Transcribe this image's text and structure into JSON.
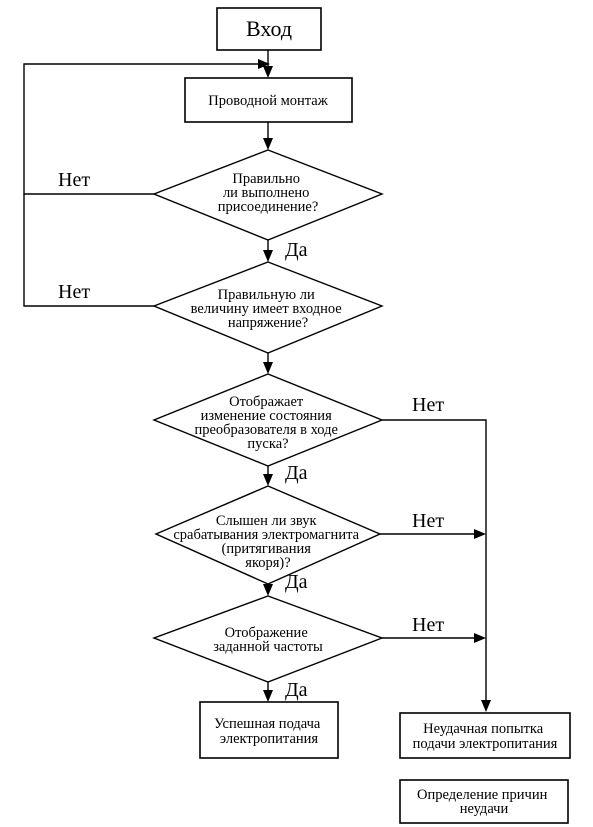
{
  "nodes": {
    "entry": [
      "Вход"
    ],
    "wiring": [
      "Проводной монтаж"
    ],
    "q_connection": [
      "Правильно",
      "ли выполнено",
      "присоединение?"
    ],
    "q_voltage": [
      "Правильную ли",
      "величину имеет входное",
      "напряжение?"
    ],
    "q_display_change": [
      "Отображает",
      "изменение состояния",
      "преобразователя в ходе",
      "пуска?"
    ],
    "q_relay_sound": [
      "Слышен ли звук",
      "срабатывания электромагнита",
      "(притягивания",
      "якоря)?"
    ],
    "q_frequency": [
      "Отображение",
      "заданной частоты"
    ],
    "success": [
      "Успешная подача",
      "электропитания"
    ],
    "failure": [
      "Неудачная попытка",
      "подачи электропитания"
    ],
    "find_cause": [
      "Определение причин",
      "неудачи"
    ]
  },
  "edge_labels": {
    "no_connection": "Нет",
    "yes_connection": "Да",
    "no_voltage": "Нет",
    "no_display_change": "Нет",
    "yes_display_change": "Да",
    "no_relay_sound": "Нет",
    "yes_relay_sound": "Да",
    "no_frequency": "Нет",
    "yes_frequency": "Да"
  }
}
